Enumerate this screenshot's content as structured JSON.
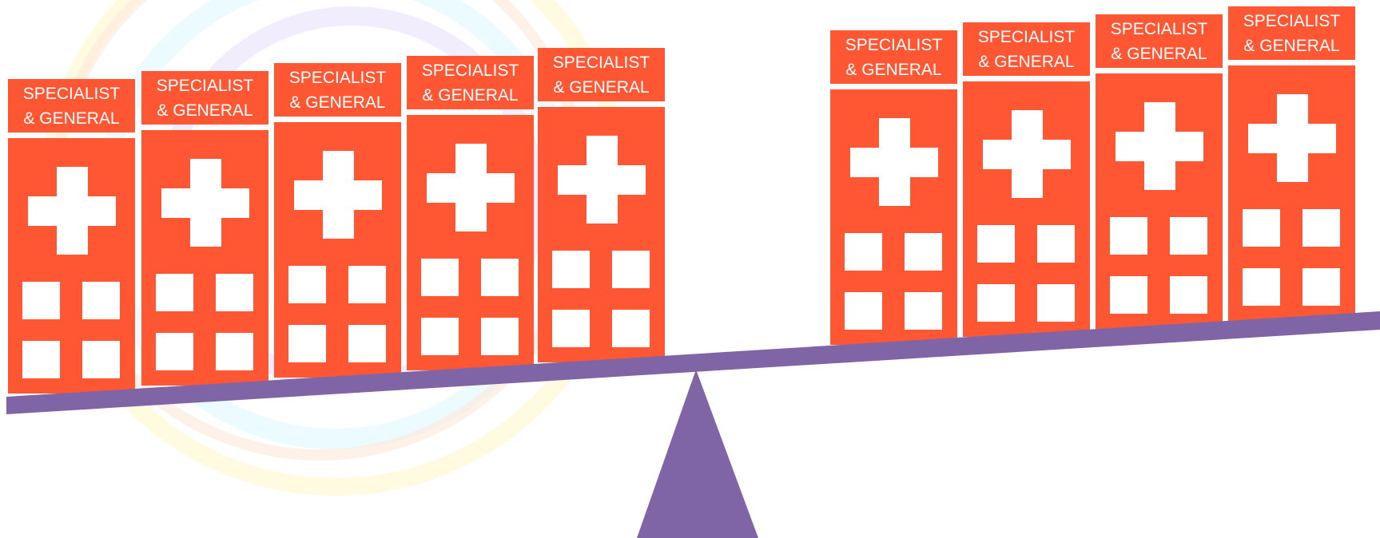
{
  "colors": {
    "building": "#ff5733",
    "window": "#ffffff",
    "beam": "#7f64a6",
    "fulcrum": "#7f64a6"
  },
  "scale": {
    "left_side": {
      "count": 5,
      "buildings": [
        {
          "sign_line1": "SPECIALIST",
          "sign_line2": "& GENERAL",
          "icon": "medical-cross-icon"
        },
        {
          "sign_line1": "SPECIALIST",
          "sign_line2": "& GENERAL",
          "icon": "medical-cross-icon"
        },
        {
          "sign_line1": "SPECIALIST",
          "sign_line2": "& GENERAL",
          "icon": "medical-cross-icon"
        },
        {
          "sign_line1": "SPECIALIST",
          "sign_line2": "& GENERAL",
          "icon": "medical-cross-icon"
        },
        {
          "sign_line1": "SPECIALIST",
          "sign_line2": "& GENERAL",
          "icon": "medical-cross-icon"
        }
      ]
    },
    "right_side": {
      "count": 4,
      "buildings": [
        {
          "sign_line1": "SPECIALIST",
          "sign_line2": "& GENERAL",
          "icon": "medical-cross-icon"
        },
        {
          "sign_line1": "SPECIALIST",
          "sign_line2": "& GENERAL",
          "icon": "medical-cross-icon"
        },
        {
          "sign_line1": "SPECIALIST",
          "sign_line2": "& GENERAL",
          "icon": "medical-cross-icon"
        },
        {
          "sign_line1": "SPECIALIST",
          "sign_line2": "& GENERAL",
          "icon": "medical-cross-icon"
        }
      ]
    }
  }
}
